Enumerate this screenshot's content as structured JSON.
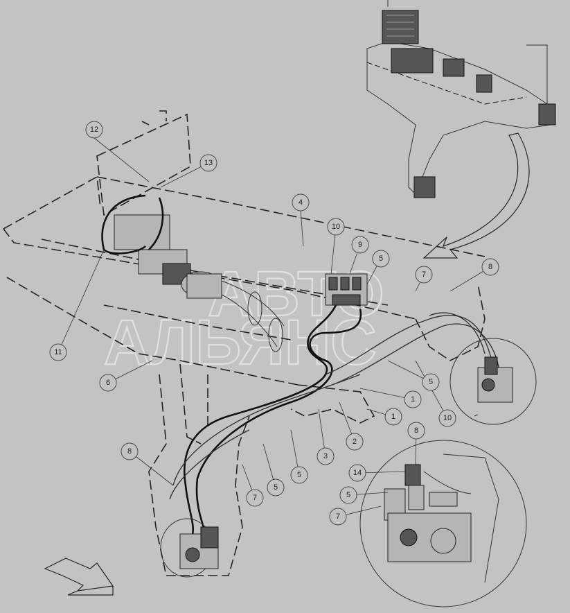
{
  "watermark": {
    "line1": "АВТО",
    "line2": "АЛЬЯНС"
  },
  "callouts": [
    {
      "id": "c-12",
      "label": "12"
    },
    {
      "id": "c-13",
      "label": "13"
    },
    {
      "id": "c-4",
      "label": "4"
    },
    {
      "id": "c-10a",
      "label": "10"
    },
    {
      "id": "c-9",
      "label": "9"
    },
    {
      "id": "c-5a",
      "label": "5"
    },
    {
      "id": "c-7a",
      "label": "7"
    },
    {
      "id": "c-8a",
      "label": "8"
    },
    {
      "id": "c-11",
      "label": "11"
    },
    {
      "id": "c-6",
      "label": "6"
    },
    {
      "id": "c-5b",
      "label": "5"
    },
    {
      "id": "c-1a",
      "label": "1"
    },
    {
      "id": "c-10b",
      "label": "10"
    },
    {
      "id": "c-1b",
      "label": "1"
    },
    {
      "id": "c-2",
      "label": "2"
    },
    {
      "id": "c-3",
      "label": "3"
    },
    {
      "id": "c-5c",
      "label": "5"
    },
    {
      "id": "c-5d",
      "label": "5"
    },
    {
      "id": "c-7b",
      "label": "7"
    },
    {
      "id": "c-8b",
      "label": "8"
    },
    {
      "id": "c-8c",
      "label": "8"
    },
    {
      "id": "c-14",
      "label": "14"
    },
    {
      "id": "c-5e",
      "label": "5"
    },
    {
      "id": "c-7c",
      "label": "7"
    }
  ]
}
